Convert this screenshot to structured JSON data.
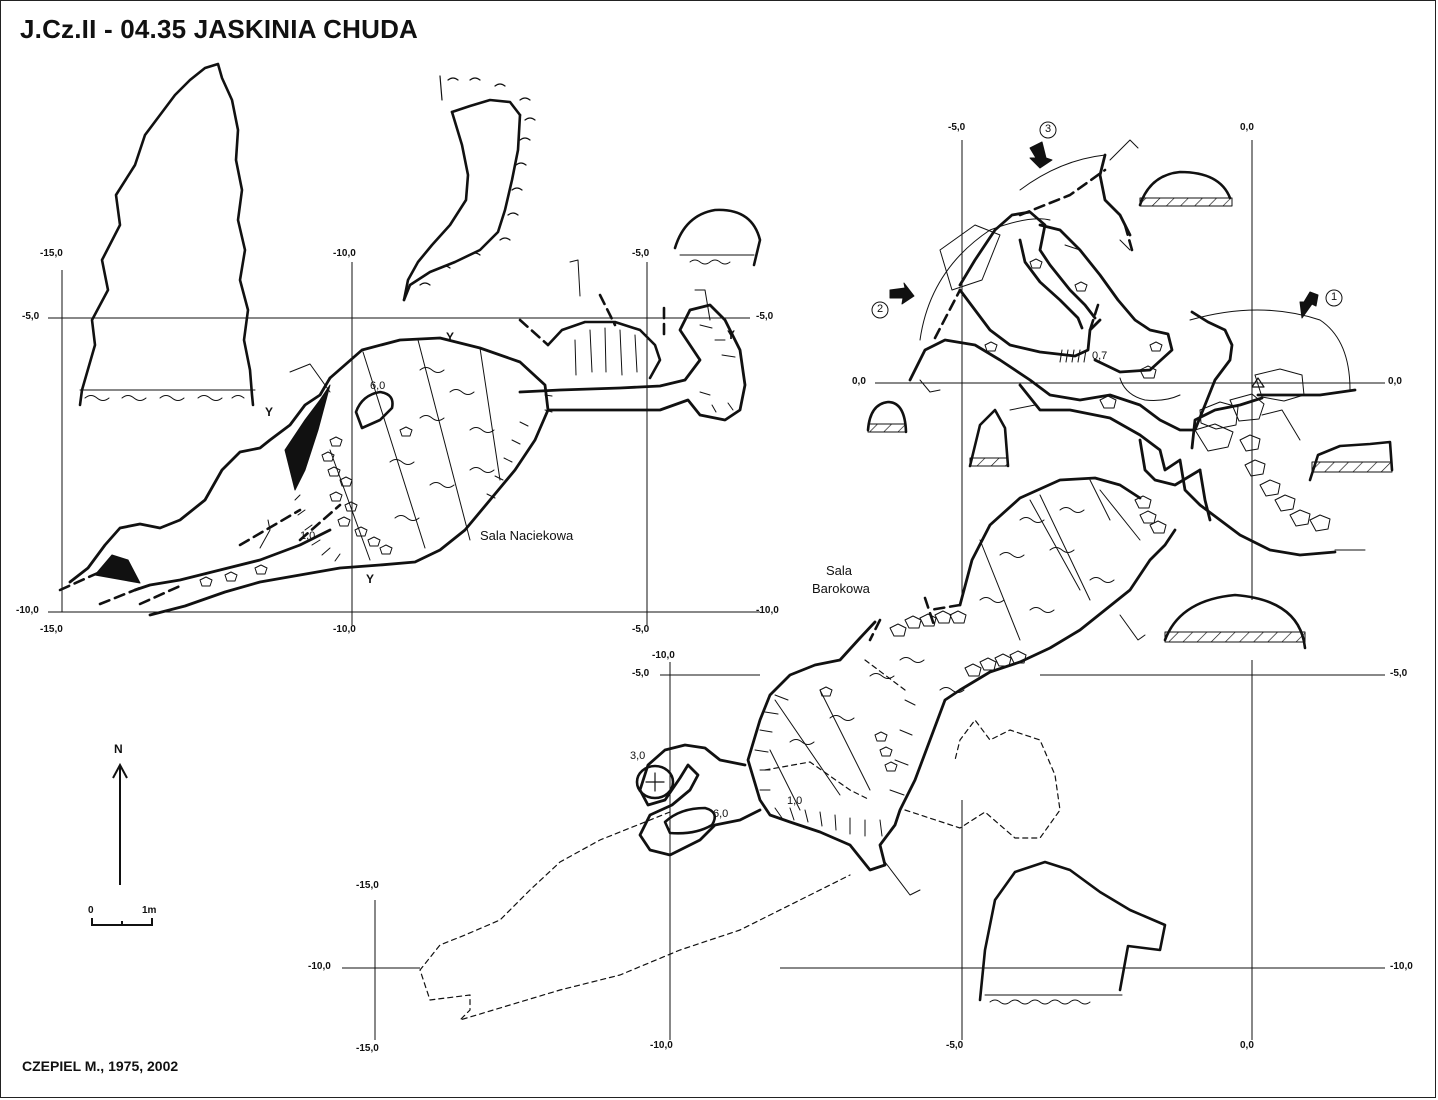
{
  "title": "J.Cz.II - 04.35  JASKINIA CHUDA",
  "credit": "CZEPIEL M., 1975, 2002",
  "colors": {
    "ink": "#111111",
    "paper": "#ffffff"
  },
  "halls": [
    {
      "name": "Sala Naciekowa"
    },
    {
      "name_line1": "Sala",
      "name_line2": "Barokowa"
    }
  ],
  "north": {
    "label": "N"
  },
  "scale": {
    "zero": "0",
    "one": "1m"
  },
  "entrance_markers": [
    "1",
    "2",
    "3"
  ],
  "depth_labels": [
    "6,0",
    "1,0",
    "0,7",
    "3,0",
    "6,0",
    "1,0"
  ],
  "y_markers": [
    "Y",
    "Y",
    "Y",
    "Y"
  ],
  "grid_labels": {
    "west": {
      "x_top": [
        "-15,0",
        "-10,0",
        "-5,0"
      ],
      "x_bottom": [
        "-15,0",
        "-10,0",
        "-5,0"
      ],
      "y_left": [
        "-5,0",
        "-10,0"
      ],
      "y_right": [
        "-5,0",
        "-10,0"
      ]
    },
    "east": {
      "x_top": [
        "-5,0",
        "0,0"
      ],
      "y_left": [
        "0,0"
      ],
      "y_right": [
        "0,0",
        "-5,0"
      ]
    },
    "south": {
      "x_top": [
        "-10,0",
        "-15,0"
      ],
      "x_bottom": [
        "-15,0",
        "-10,0",
        "-5,0",
        "0,0"
      ],
      "y_left": [
        "-5,0",
        "-10,0"
      ],
      "y_right": [
        "-10,0"
      ]
    }
  }
}
